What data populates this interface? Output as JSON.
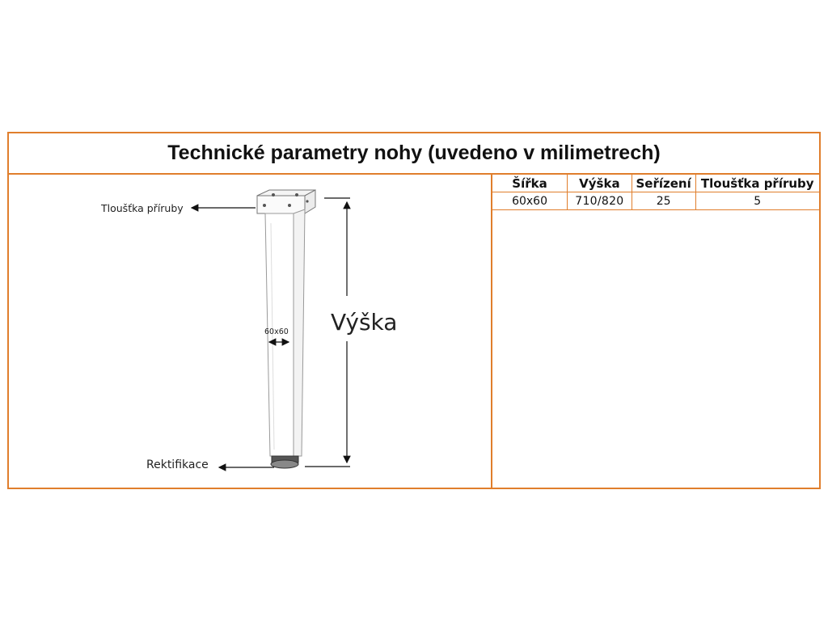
{
  "title": "Technické parametry nohy (uvedeno v milimetrech)",
  "drawing": {
    "flange_label": "Tloušťka příruby",
    "height_label": "Výška",
    "size_label": "60x60",
    "adjust_label": "Rektifikace"
  },
  "table": {
    "headers": [
      "Šířka",
      "Výška",
      "Seřízení",
      "Tloušťka příruby"
    ],
    "row": [
      "60x60",
      "710/820",
      "25",
      "5"
    ]
  },
  "colors": {
    "border": "#e07e2c"
  }
}
